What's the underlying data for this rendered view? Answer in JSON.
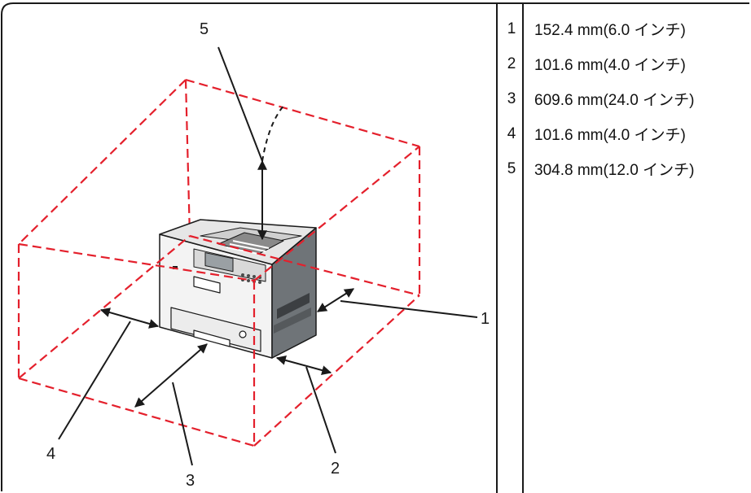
{
  "callouts": [
    "1",
    "2",
    "3",
    "4",
    "5"
  ],
  "legend": {
    "rows": [
      {
        "number": "1",
        "value": "152.4 mm(6.0 インチ)"
      },
      {
        "number": "2",
        "value": "101.6 mm(4.0 インチ)"
      },
      {
        "number": "3",
        "value": "609.6 mm(24.0 インチ)"
      },
      {
        "number": "4",
        "value": "101.6 mm(4.0 インチ)"
      },
      {
        "number": "5",
        "value": "304.8 mm(12.0 インチ)"
      }
    ]
  },
  "colors": {
    "clearance_box": "#e4202c",
    "outline": "#1a1a1a",
    "printer_body": "#f2f2f2",
    "printer_side": "#6f7478"
  }
}
